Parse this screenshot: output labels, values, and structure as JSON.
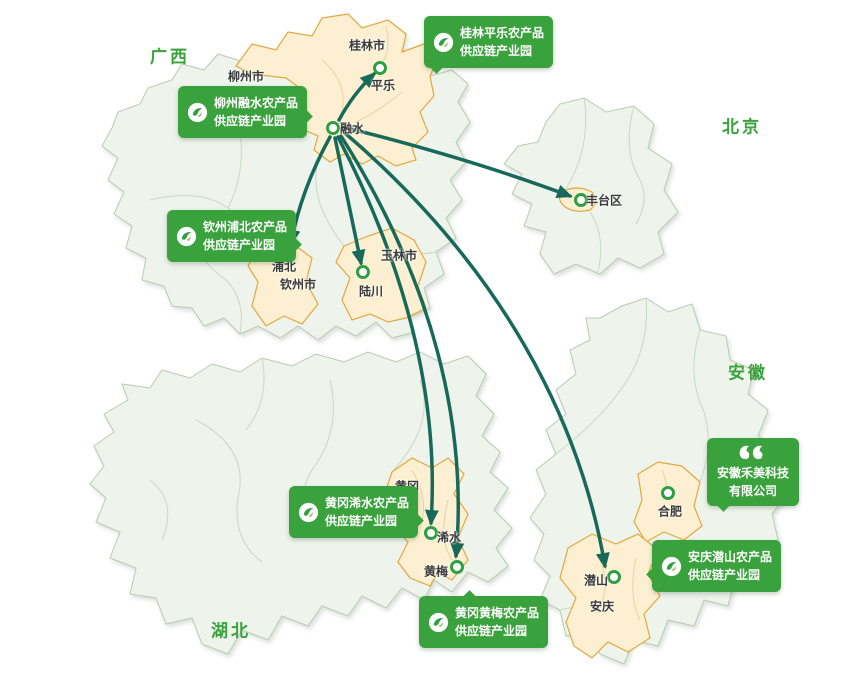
{
  "provinces": {
    "guangxi": "广西",
    "beijing": "北京",
    "anhui": "安徽",
    "hubei": "湖北"
  },
  "cities": {
    "liuzhou": "柳州市",
    "guilin": "桂林市",
    "pingle": "平乐",
    "rongshui": "融水",
    "fengtai": "丰台区",
    "yulin": "玉林市",
    "pubei": "浦北",
    "qinzhou": "钦州市",
    "luchuan": "陆川",
    "huanggang": "黄冈",
    "xishui": "浠水",
    "huangmei": "黄梅",
    "hefei": "合肥",
    "qianshan": "潜山",
    "anqing": "安庆"
  },
  "badges": {
    "guilin_pingle": {
      "line1": "桂林平乐农产品",
      "line2": "供应链产业园"
    },
    "liuzhou_rongshui": {
      "line1": "柳州融水农产品",
      "line2": "供应链产业园"
    },
    "qinzhou_pubei": {
      "line1": "钦州浦北农产品",
      "line2": "供应链产业园"
    },
    "huanggang_xishui": {
      "line1": "黄冈浠水农产品",
      "line2": "供应链产业园"
    },
    "huanggang_huangmei": {
      "line1": "黄冈黄梅农产品",
      "line2": "供应链产业园"
    },
    "anqing_qianshan": {
      "line1": "安庆潜山农产品",
      "line2": "供应链产业园"
    },
    "anhui_hemei": {
      "line1": "安徽禾美科技",
      "line2": "有限公司"
    }
  },
  "connections": [
    {
      "from": "融水",
      "to": "平乐"
    },
    {
      "from": "融水",
      "to": "丰台区"
    },
    {
      "from": "融水",
      "to": "浦北"
    },
    {
      "from": "融水",
      "to": "陆川"
    },
    {
      "from": "融水",
      "to": "浠水"
    },
    {
      "from": "融水",
      "to": "黄梅"
    },
    {
      "from": "融水",
      "to": "潜山"
    }
  ],
  "colors": {
    "badge_green": "#3aa23c",
    "arrow_teal": "#17695a",
    "marker_ring": "#2f9e44",
    "province_fill": "#eef4ec",
    "province_border": "#b9cbb4",
    "highlight_fill": "#fdf0d2",
    "highlight_border": "#e4a73e",
    "label_green": "#3aa23c"
  }
}
